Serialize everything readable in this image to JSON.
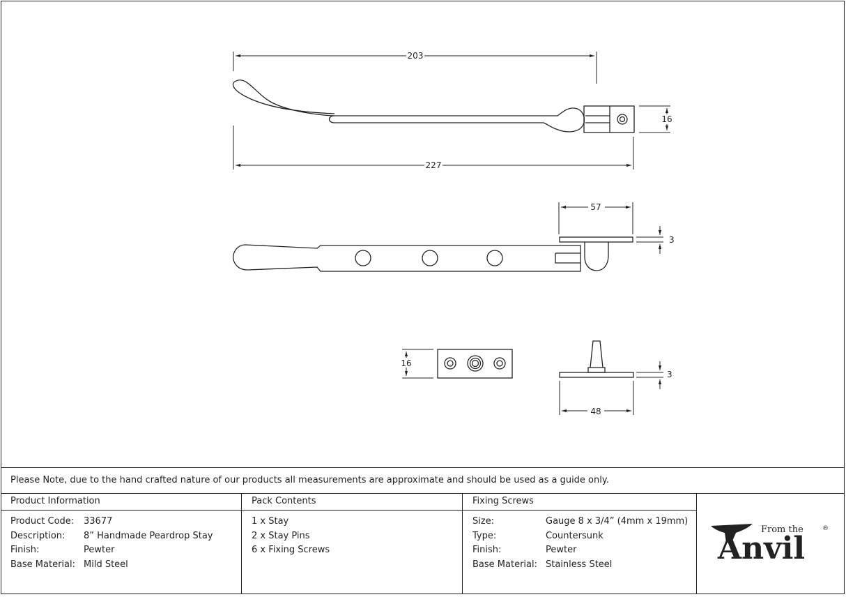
{
  "dimensions": {
    "top_overall_203": "203",
    "top_overall_227": "227",
    "top_height_16": "16",
    "side_width_57": "57",
    "side_thickness_3": "3",
    "plate_height_16": "16",
    "pin_thickness_3": "3",
    "pin_width_48": "48"
  },
  "note": "Please Note, due to the hand crafted nature of our products all measurements are approximate and should be used as a guide only.",
  "product_info": {
    "heading": "Product Information",
    "rows": [
      {
        "label": "Product Code:",
        "value": "33677"
      },
      {
        "label": "Description:",
        "value": "8” Handmade Peardrop Stay"
      },
      {
        "label": "Finish:",
        "value": "Pewter"
      },
      {
        "label": "Base Material:",
        "value": "Mild Steel"
      }
    ]
  },
  "pack_contents": {
    "heading": "Pack Contents",
    "items": [
      "1 x Stay",
      "2 x Stay Pins",
      "6 x Fixing Screws"
    ]
  },
  "fixing_screws": {
    "heading": "Fixing Screws",
    "rows": [
      {
        "label": "Size:",
        "value": "Gauge 8 x 3/4” (4mm x 19mm)"
      },
      {
        "label": "Type:",
        "value": "Countersunk"
      },
      {
        "label": "Finish:",
        "value": "Pewter"
      },
      {
        "label": "Base Material:",
        "value": "Stainless Steel"
      }
    ]
  },
  "logo": {
    "from_the": "From the",
    "brand": "Anvil",
    "registered": "®"
  },
  "colors": {
    "line": "#222222",
    "background": "#ffffff"
  }
}
